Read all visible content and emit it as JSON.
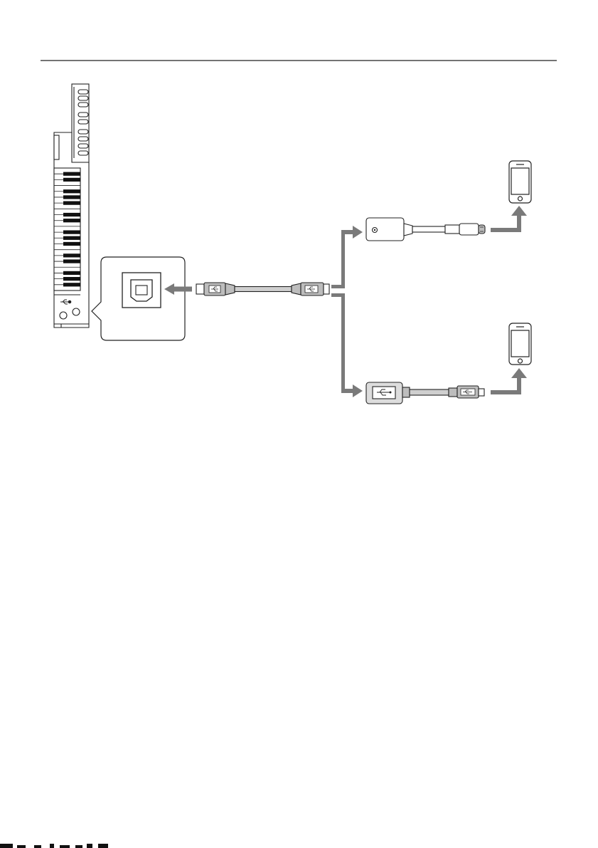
{
  "figure": {
    "devices": {
      "keyboard": "keytar-keyboard-with-usb-to-host-port",
      "phone_top": "smartphone-icon",
      "phone_bottom": "smartphone-icon",
      "adapter_top": "lightning-to-usb-camera-adapter",
      "adapter_bottom": "usb-otg-adapter"
    },
    "icons": [
      "usb-trident-icon",
      "arrow-left-icon",
      "arrow-up-icon",
      "arrow-right-icon"
    ],
    "colors": {
      "line": "#222222",
      "arrow": "#7a7a7a",
      "cable": "#cfcfcf",
      "plug": "#bdbdbd",
      "adapter_body": "#dddddd"
    }
  }
}
